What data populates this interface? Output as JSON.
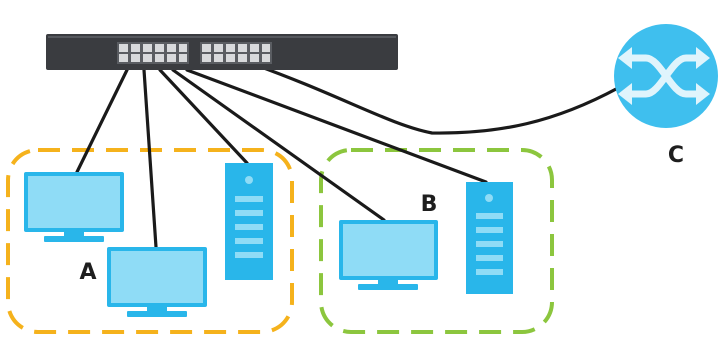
{
  "labels": {
    "group_a": "A",
    "group_b": "B",
    "router": "C"
  },
  "colors": {
    "switch_body": "#3a3c40",
    "switch_ports": "#d8dadc",
    "cable": "#1a1a1a",
    "group_a_border": "#f5b21c",
    "group_b_border": "#8cc63e",
    "device_blue": "#29b6ea",
    "device_light": "#8fdcf6",
    "router_fill": "#3fbfee",
    "router_arrows": "#dff4fc",
    "label_text": "#1e1e1e"
  },
  "icons": {
    "switch": "network-switch-icon",
    "monitor": "desktop-monitor-icon",
    "server": "server-tower-icon",
    "router": "router-icon"
  }
}
